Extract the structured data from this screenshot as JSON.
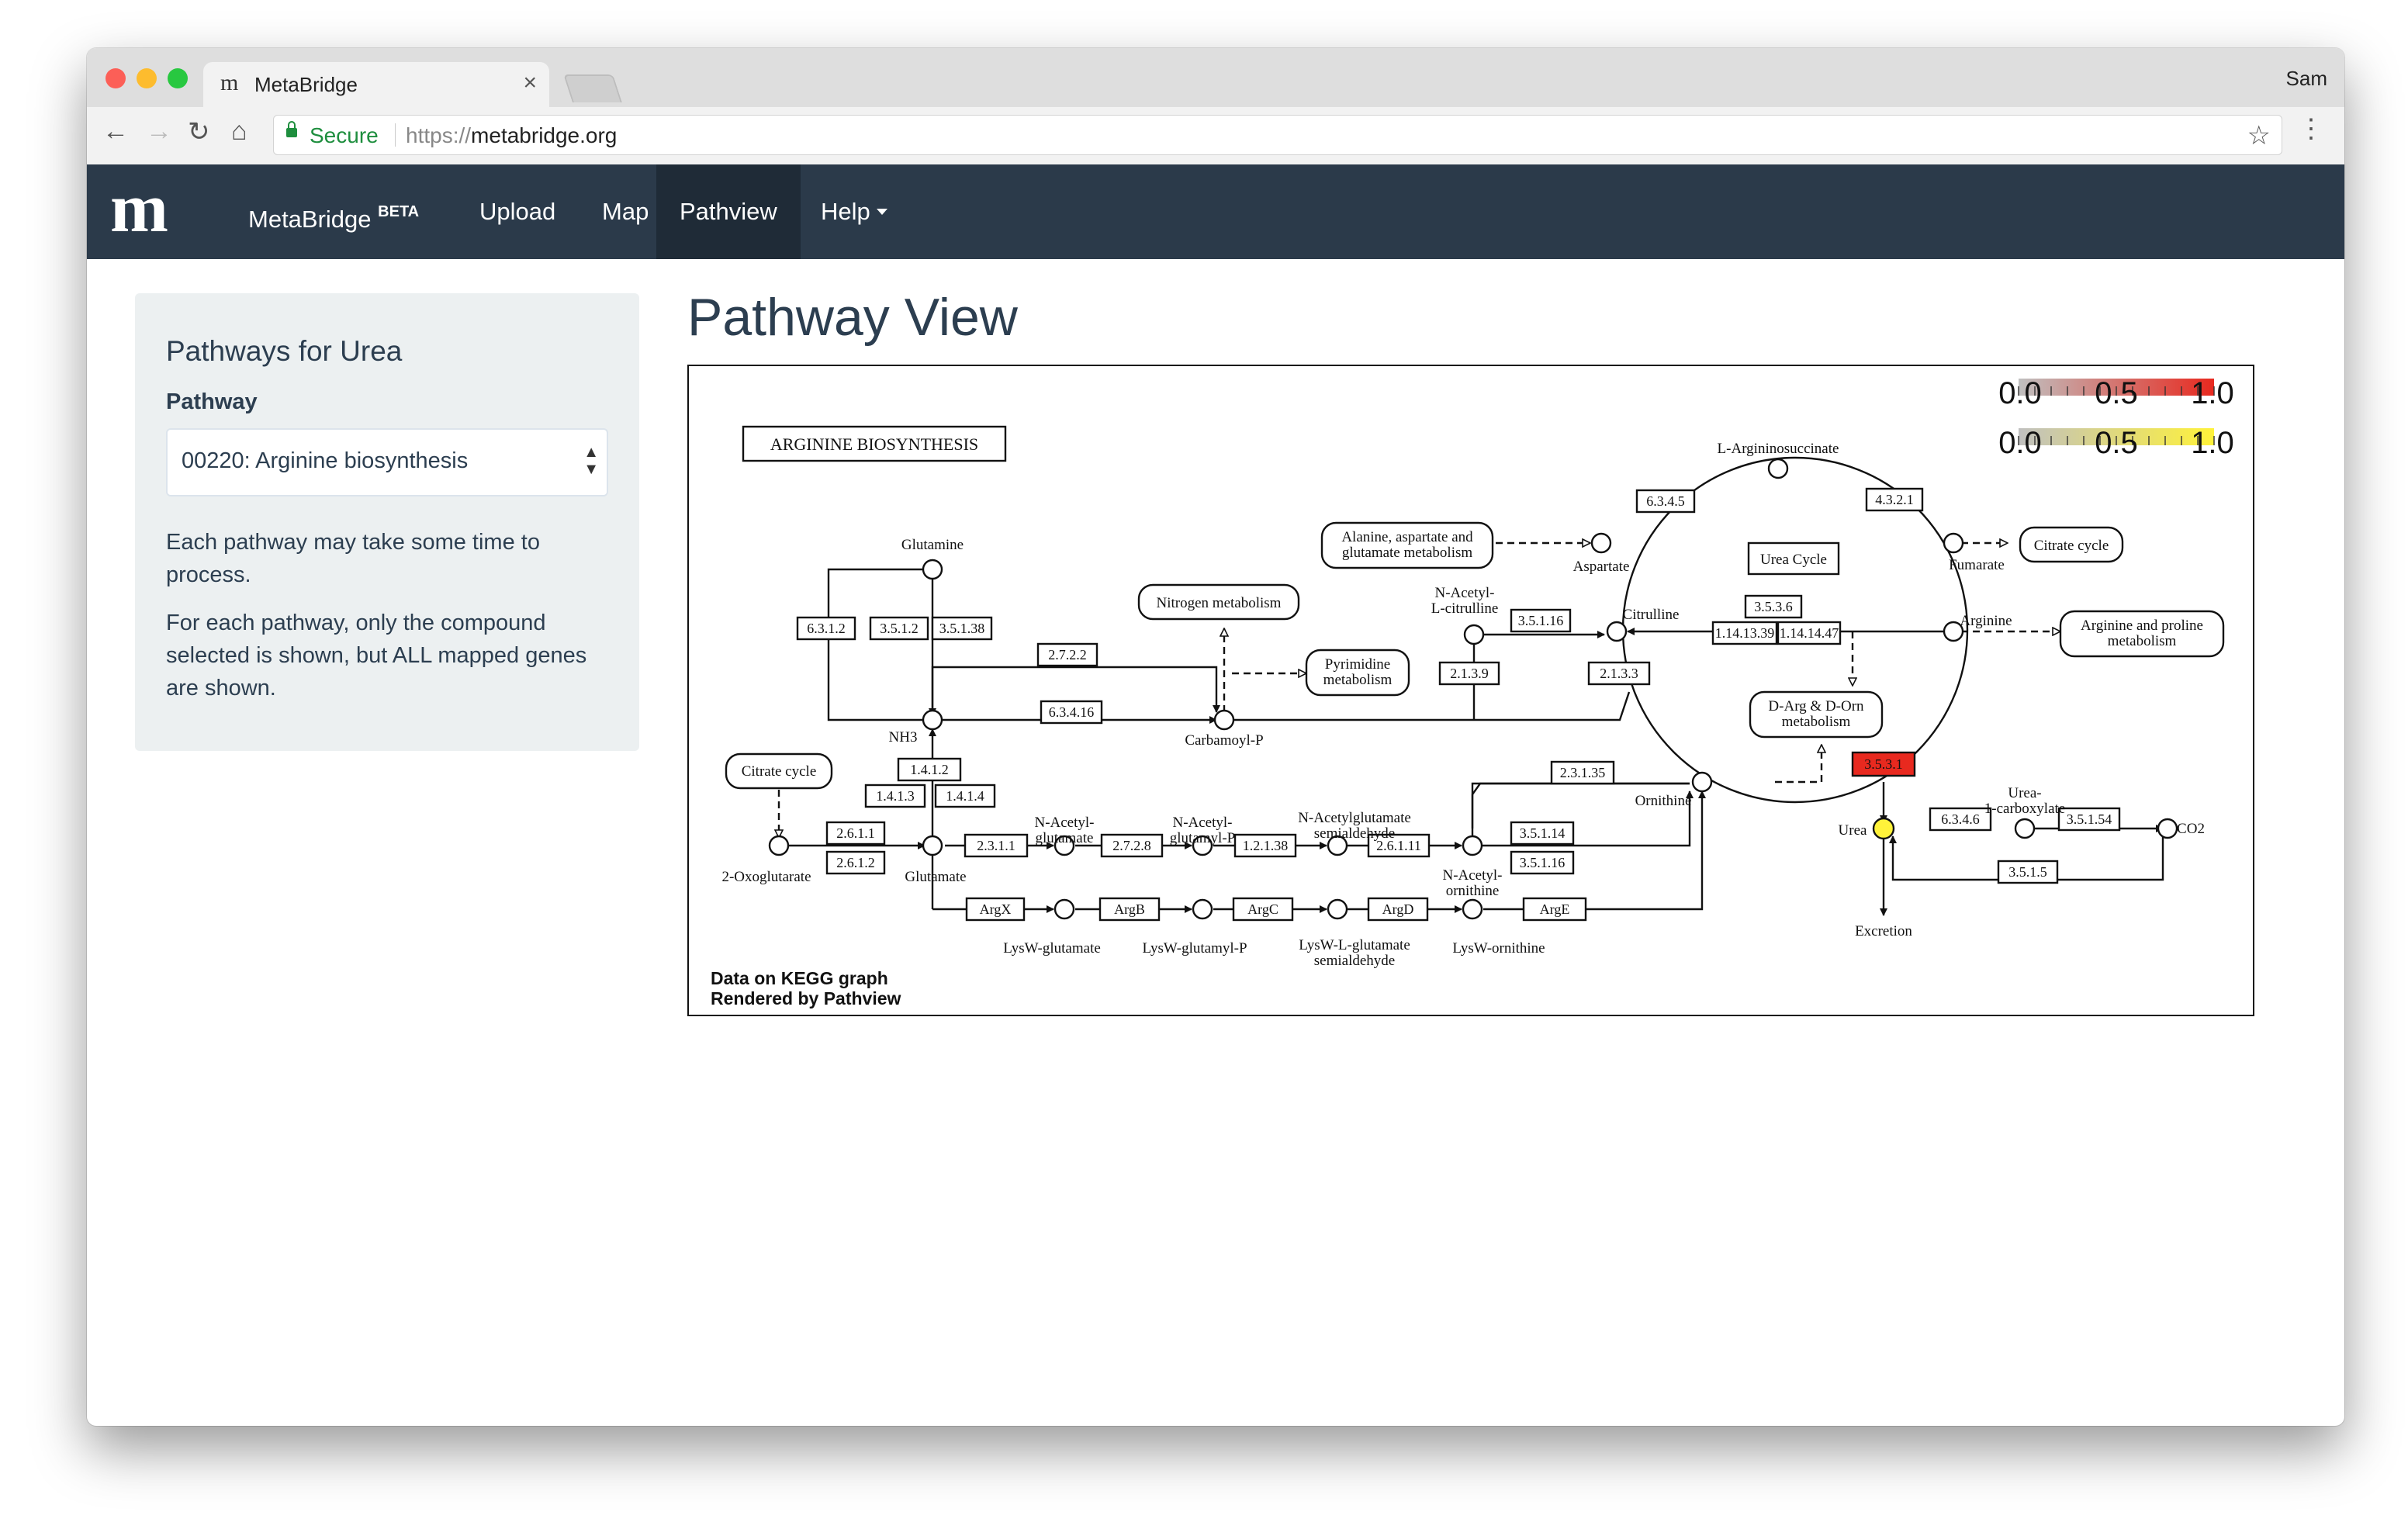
{
  "browser": {
    "tab_title": "MetaBridge",
    "tab_favicon": "m",
    "profile_name": "Sam",
    "secure_label": "Secure",
    "url_scheme": "https://",
    "url_host": "metabridge.org"
  },
  "navbar": {
    "logo": "m",
    "brand": "MetaBridge",
    "brand_sup": "BETA",
    "items": [
      "Upload",
      "Map",
      "Pathview",
      "Help"
    ],
    "active": "Pathview"
  },
  "sidebar": {
    "title": "Pathways for Urea",
    "label": "Pathway",
    "selected": "00220: Arginine biosynthesis",
    "note1": "Each pathway may take some time to process.",
    "note2": "For each pathway, only the compound selected is shown, but ALL mapped genes are shown."
  },
  "main": {
    "title": "Pathway View"
  },
  "figure": {
    "title": "ARGININE BIOSYNTHESIS",
    "credit_line1": "Data on KEGG graph",
    "credit_line2": "Rendered by Pathview",
    "legend_gene": {
      "ticks": [
        "0.0",
        "0.5",
        "1.0"
      ],
      "low_color": "#c0c0c0",
      "high_color": "#e8291f"
    },
    "legend_cpd": {
      "ticks": [
        "0.0",
        "0.5",
        "1.0"
      ],
      "low_color": "#c0c0c0",
      "high_color": "#fff23a"
    },
    "highlight_gene_color": "#e8291f",
    "highlight_compound_color": "#fff23a",
    "compounds": [
      "Glutamine",
      "NH3",
      "Carbamoyl-P",
      "L-Argininosuccinate",
      "Aspartate",
      "Fumarate",
      "Citrulline",
      "Arginine",
      "N-Acetyl-L-citrulline",
      "Ornithine",
      "Urea",
      "Urea-1-carboxylate",
      "CO2",
      "Excretion",
      "2-Oxoglutarate",
      "Glutamate",
      "N-Acetyl-glutamate",
      "N-Acetyl-glutamyl-P",
      "N-Acetylglutamate semialdehyde",
      "N-Acetyl-ornithine",
      "LysW-glutamate",
      "LysW-glutamyl-P",
      "LysW-L-glutamate semialdehyde",
      "LysW-ornithine"
    ],
    "enzymes": [
      "6.3.1.2",
      "3.5.1.2",
      "3.5.1.38",
      "2.7.2.2",
      "6.3.4.16",
      "6.3.4.5",
      "4.3.2.1",
      "3.5.3.6",
      "1.14.13.39",
      "1.14.14.47",
      "3.5.1.16",
      "2.1.3.9",
      "2.1.3.3",
      "2.3.1.35",
      "3.5.3.1",
      "6.3.4.6",
      "3.5.1.54",
      "3.5.1.5",
      "1.4.1.2",
      "1.4.1.3",
      "1.4.1.4",
      "2.6.1.1",
      "2.6.1.2",
      "2.3.1.1",
      "2.7.2.8",
      "1.2.1.38",
      "2.6.1.11",
      "3.5.1.14",
      "ArgX",
      "ArgB",
      "ArgC",
      "ArgD",
      "ArgE"
    ],
    "maps": [
      "Alanine, aspartate and glutamate metabolism",
      "Citrate cycle",
      "Nitrogen metabolism",
      "Pyrimidine metabolism",
      "Urea Cycle",
      "Arginine and proline metabolism",
      "D-Arg & D-Orn metabolism"
    ]
  }
}
